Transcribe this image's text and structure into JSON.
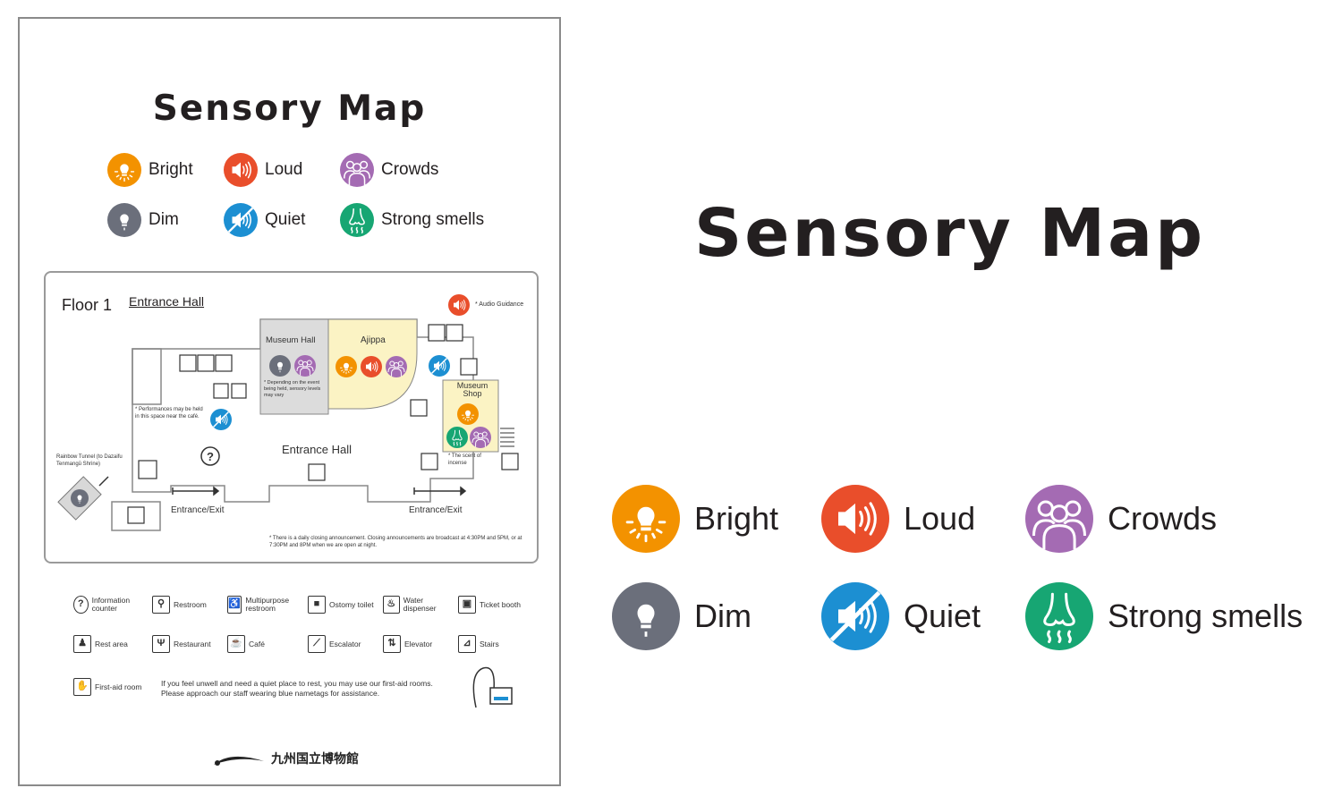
{
  "title": "Sensory Map",
  "legend": {
    "bright": "Bright",
    "loud": "Loud",
    "crowds": "Crowds",
    "dim": "Dim",
    "quiet": "Quiet",
    "strong_smells": "Strong smells"
  },
  "colors": {
    "bright": "#f39200",
    "loud": "#e94e2b",
    "crowds": "#a46bb3",
    "dim": "#6b6f7b",
    "quiet": "#1c8fd2",
    "strong_smells": "#17a673"
  },
  "icons": {
    "bright": "light-bulb-icon",
    "loud": "speaker-loud-icon",
    "crowds": "crowd-icon",
    "dim": "dim-bulb-icon",
    "quiet": "speaker-muted-icon",
    "strong_smells": "nose-smell-icon"
  },
  "floor": {
    "title": "Floor 1",
    "subtitle": "Entrance Hall",
    "audio_guidance": "* Audio Guidance",
    "museum_hall": "Museum Hall",
    "museum_hall_note": "* Depending on the event being held, sensory levels may vary",
    "ajippa": "Ajippa",
    "museum_shop": "Museum Shop",
    "performances_note": "* Performances may be held in this space near the café.",
    "entrance_hall": "Entrance Hall",
    "rainbow_tunnel": "Rainbow Tunnel (to Dazaifu Tenmangū Shrine)",
    "entrance_exit_left": "Entrance/Exit",
    "entrance_exit_right": "Entrance/Exit",
    "incense_note": "* The scent of incense",
    "closing_note": "* There is a daily closing announcement. Closing announcements are broadcast at 4:30PM and 5PM, or at 7:30PM and 8PM when we are open at night."
  },
  "key": {
    "information": "Information counter",
    "restroom": "Restroom",
    "multipurpose": "Multipurpose restroom",
    "ostomy": "Ostomy toilet",
    "water": "Water dispenser",
    "ticket": "Ticket booth",
    "rest": "Rest area",
    "restaurant": "Restaurant",
    "cafe": "Café",
    "escalator": "Escalator",
    "elevator": "Elevator",
    "stairs": "Stairs",
    "firstaid": "First-aid room",
    "firstaid_text_1": "If you feel unwell and need a quiet place to rest, you may use our first-aid rooms.",
    "firstaid_text_2": "Please approach our staff wearing blue nametags for assistance."
  },
  "footer": {
    "museum_name": "九州国立博物館"
  }
}
